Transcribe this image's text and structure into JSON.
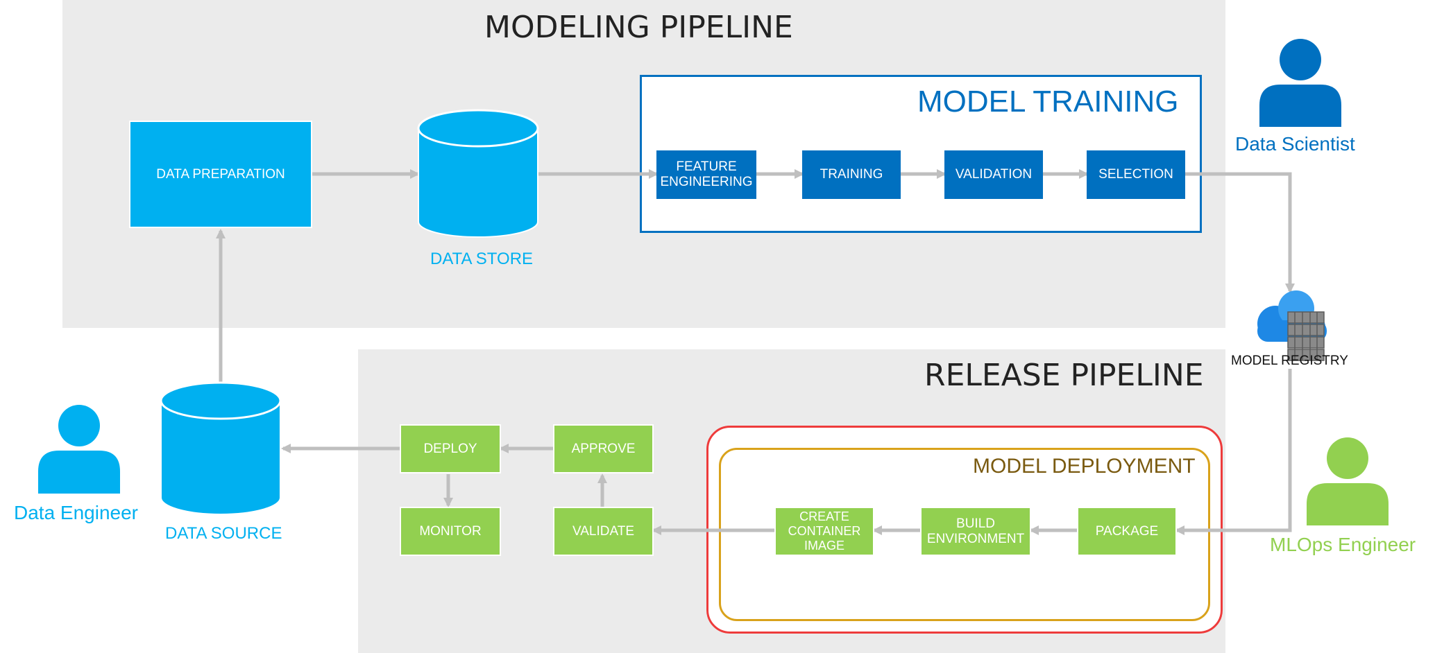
{
  "modeling": {
    "title": "MODELING PIPELINE",
    "data_preparation": "DATA PREPARATION",
    "data_store": "DATA STORE",
    "training_group": {
      "title": "MODEL TRAINING",
      "steps": [
        "FEATURE ENGINEERING",
        "TRAINING",
        "VALIDATION",
        "SELECTION"
      ]
    }
  },
  "registry": {
    "label": "MODEL REGISTRY"
  },
  "release": {
    "title": "RELEASE PIPELINE",
    "deployment_group": {
      "title": "MODEL DEPLOYMENT",
      "steps": [
        "CREATE CONTAINER IMAGE",
        "BUILD ENVIRONMENT",
        "PACKAGE"
      ]
    },
    "validate": "VALIDATE",
    "approve": "APPROVE",
    "deploy": "DEPLOY",
    "monitor": "MONITOR",
    "data_source": "DATA SOURCE"
  },
  "roles": {
    "data_scientist": "Data Scientist",
    "data_engineer": "Data Engineer",
    "mlops_engineer": "MLOps Engineer"
  },
  "colors": {
    "panel": "#ebebeb",
    "light_blue": "#00b0f0",
    "dark_blue": "#0070c0",
    "green": "#92d050",
    "arrow": "#bfbfbf",
    "red_outline": "#ee3b3b",
    "gold_outline": "#d9a21b",
    "deployment_title": "#7a5a10"
  }
}
